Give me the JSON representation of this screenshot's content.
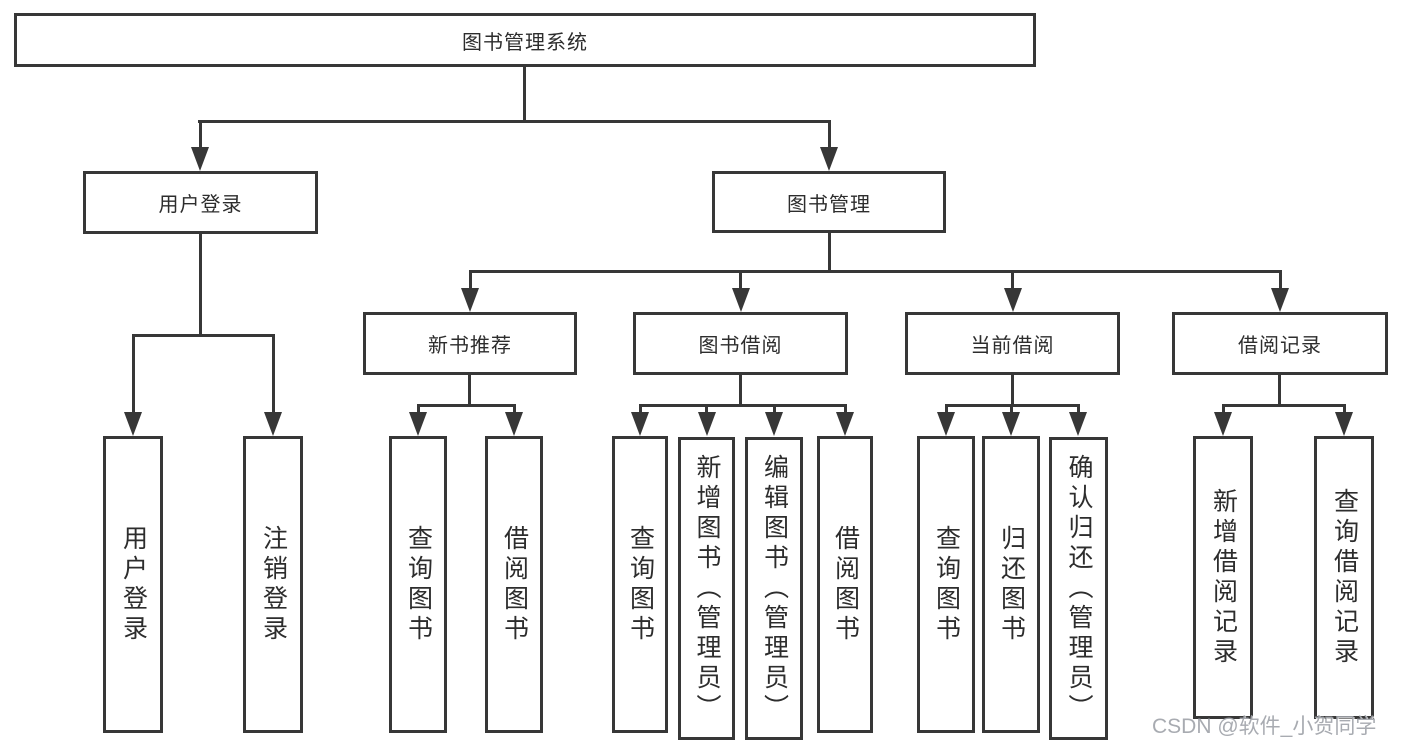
{
  "diagram": {
    "title": "图书管理系统",
    "type": "hierarchy-tree",
    "watermark": "CSDN @软件_小贺同学",
    "colors": {
      "line": "#373737",
      "border": "#373737",
      "text": "#2d2d2d",
      "background": "#ffffff",
      "watermark": "#9ea2a8"
    },
    "nodes": {
      "root": {
        "label": "图书管理系统"
      },
      "level2": [
        {
          "id": "user-login",
          "label": "用户登录",
          "parent": "图书管理系统"
        },
        {
          "id": "book-management",
          "label": "图书管理",
          "parent": "图书管理系统"
        }
      ],
      "level3": [
        {
          "id": "new-book-recommend",
          "label": "新书推荐",
          "parent": "图书管理"
        },
        {
          "id": "book-borrow",
          "label": "图书借阅",
          "parent": "图书管理"
        },
        {
          "id": "current-borrow",
          "label": "当前借阅",
          "parent": "图书管理"
        },
        {
          "id": "borrow-records",
          "label": "借阅记录",
          "parent": "图书管理"
        }
      ],
      "leaves": [
        {
          "id": "leaf-user-login",
          "label": "用户登录",
          "parent": "用户登录"
        },
        {
          "id": "leaf-logout",
          "label": "注销登录",
          "parent": "用户登录"
        },
        {
          "id": "leaf-query-books-recommend",
          "label": "查询图书",
          "parent": "新书推荐"
        },
        {
          "id": "leaf-borrow-books-recommend",
          "label": "借阅图书",
          "parent": "新书推荐"
        },
        {
          "id": "leaf-query-books-borrow",
          "label": "查询图书",
          "parent": "图书借阅"
        },
        {
          "id": "leaf-add-books-admin",
          "label": "新增图书（管理员）",
          "parent": "图书借阅"
        },
        {
          "id": "leaf-edit-books-admin",
          "label": "编辑图书（管理员）",
          "parent": "图书借阅"
        },
        {
          "id": "leaf-borrow-books-borrow",
          "label": "借阅图书",
          "parent": "图书借阅"
        },
        {
          "id": "leaf-query-books-current",
          "label": "查询图书",
          "parent": "当前借阅"
        },
        {
          "id": "leaf-return-books",
          "label": "归还图书",
          "parent": "当前借阅"
        },
        {
          "id": "leaf-confirm-return-admin",
          "label": "确认归还（管理员）",
          "parent": "当前借阅"
        },
        {
          "id": "leaf-add-borrow-record",
          "label": "新增借阅记录",
          "parent": "借阅记录"
        },
        {
          "id": "leaf-query-borrow-record",
          "label": "查询借阅记录",
          "parent": "借阅记录"
        }
      ]
    }
  }
}
